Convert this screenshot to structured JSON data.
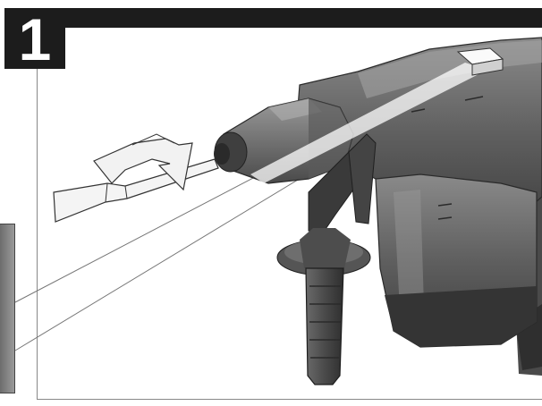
{
  "step": {
    "number": "1"
  },
  "colors": {
    "bar": "#1c1c1c",
    "tool_body": "#5a5a5a",
    "tool_dark": "#3a3a3a",
    "tool_light": "#8a8a8a",
    "arrow_fill": "#f2f2f2"
  },
  "illustration": {
    "subject": "rotary-hammer-drill",
    "parts": [
      "chisel-bit",
      "rotation-arrow",
      "chuck",
      "mode-selector",
      "side-handle",
      "main-housing",
      "callout-lines",
      "detail-inset"
    ]
  }
}
